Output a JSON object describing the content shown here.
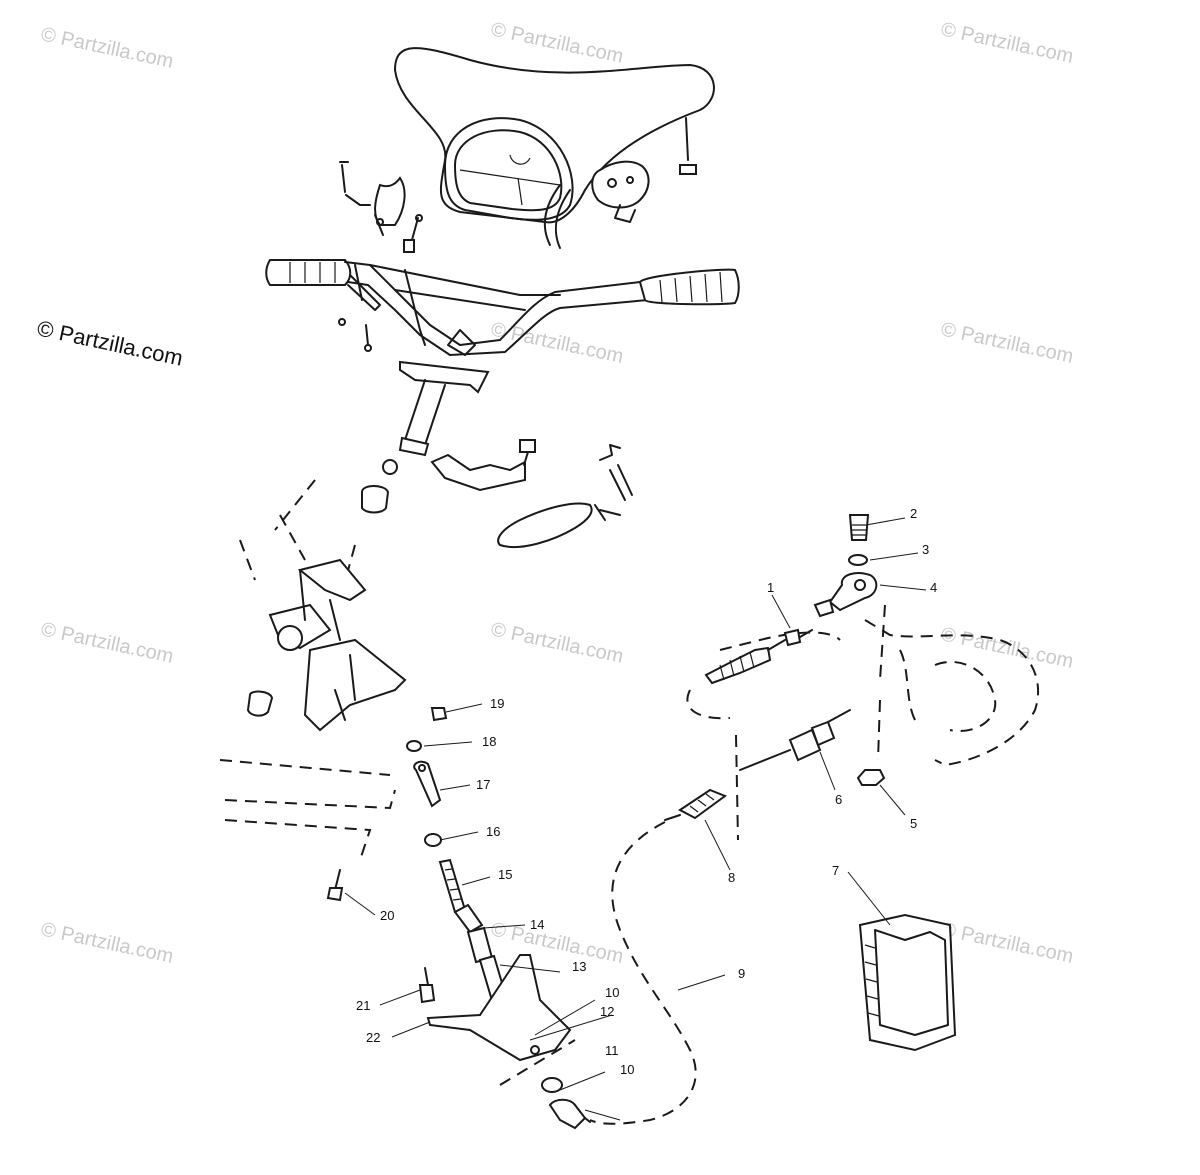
{
  "watermark": {
    "text": "© Partzilla.com",
    "main_text": "© Partzilla.com"
  },
  "callouts": [
    {
      "id": "1",
      "label": "1"
    },
    {
      "id": "2",
      "label": "2"
    },
    {
      "id": "3",
      "label": "3"
    },
    {
      "id": "4",
      "label": "4"
    },
    {
      "id": "5",
      "label": "5"
    },
    {
      "id": "6",
      "label": "6"
    },
    {
      "id": "7",
      "label": "7"
    },
    {
      "id": "8",
      "label": "8"
    },
    {
      "id": "9",
      "label": "9"
    },
    {
      "id": "10a",
      "label": "10"
    },
    {
      "id": "10b",
      "label": "10"
    },
    {
      "id": "11",
      "label": "11"
    },
    {
      "id": "12",
      "label": "12"
    },
    {
      "id": "13",
      "label": "13"
    },
    {
      "id": "14",
      "label": "14"
    },
    {
      "id": "15",
      "label": "15"
    },
    {
      "id": "16",
      "label": "16"
    },
    {
      "id": "17",
      "label": "17"
    },
    {
      "id": "18",
      "label": "18"
    },
    {
      "id": "19",
      "label": "19"
    },
    {
      "id": "20",
      "label": "20"
    },
    {
      "id": "21",
      "label": "21"
    },
    {
      "id": "22",
      "label": "22"
    }
  ]
}
